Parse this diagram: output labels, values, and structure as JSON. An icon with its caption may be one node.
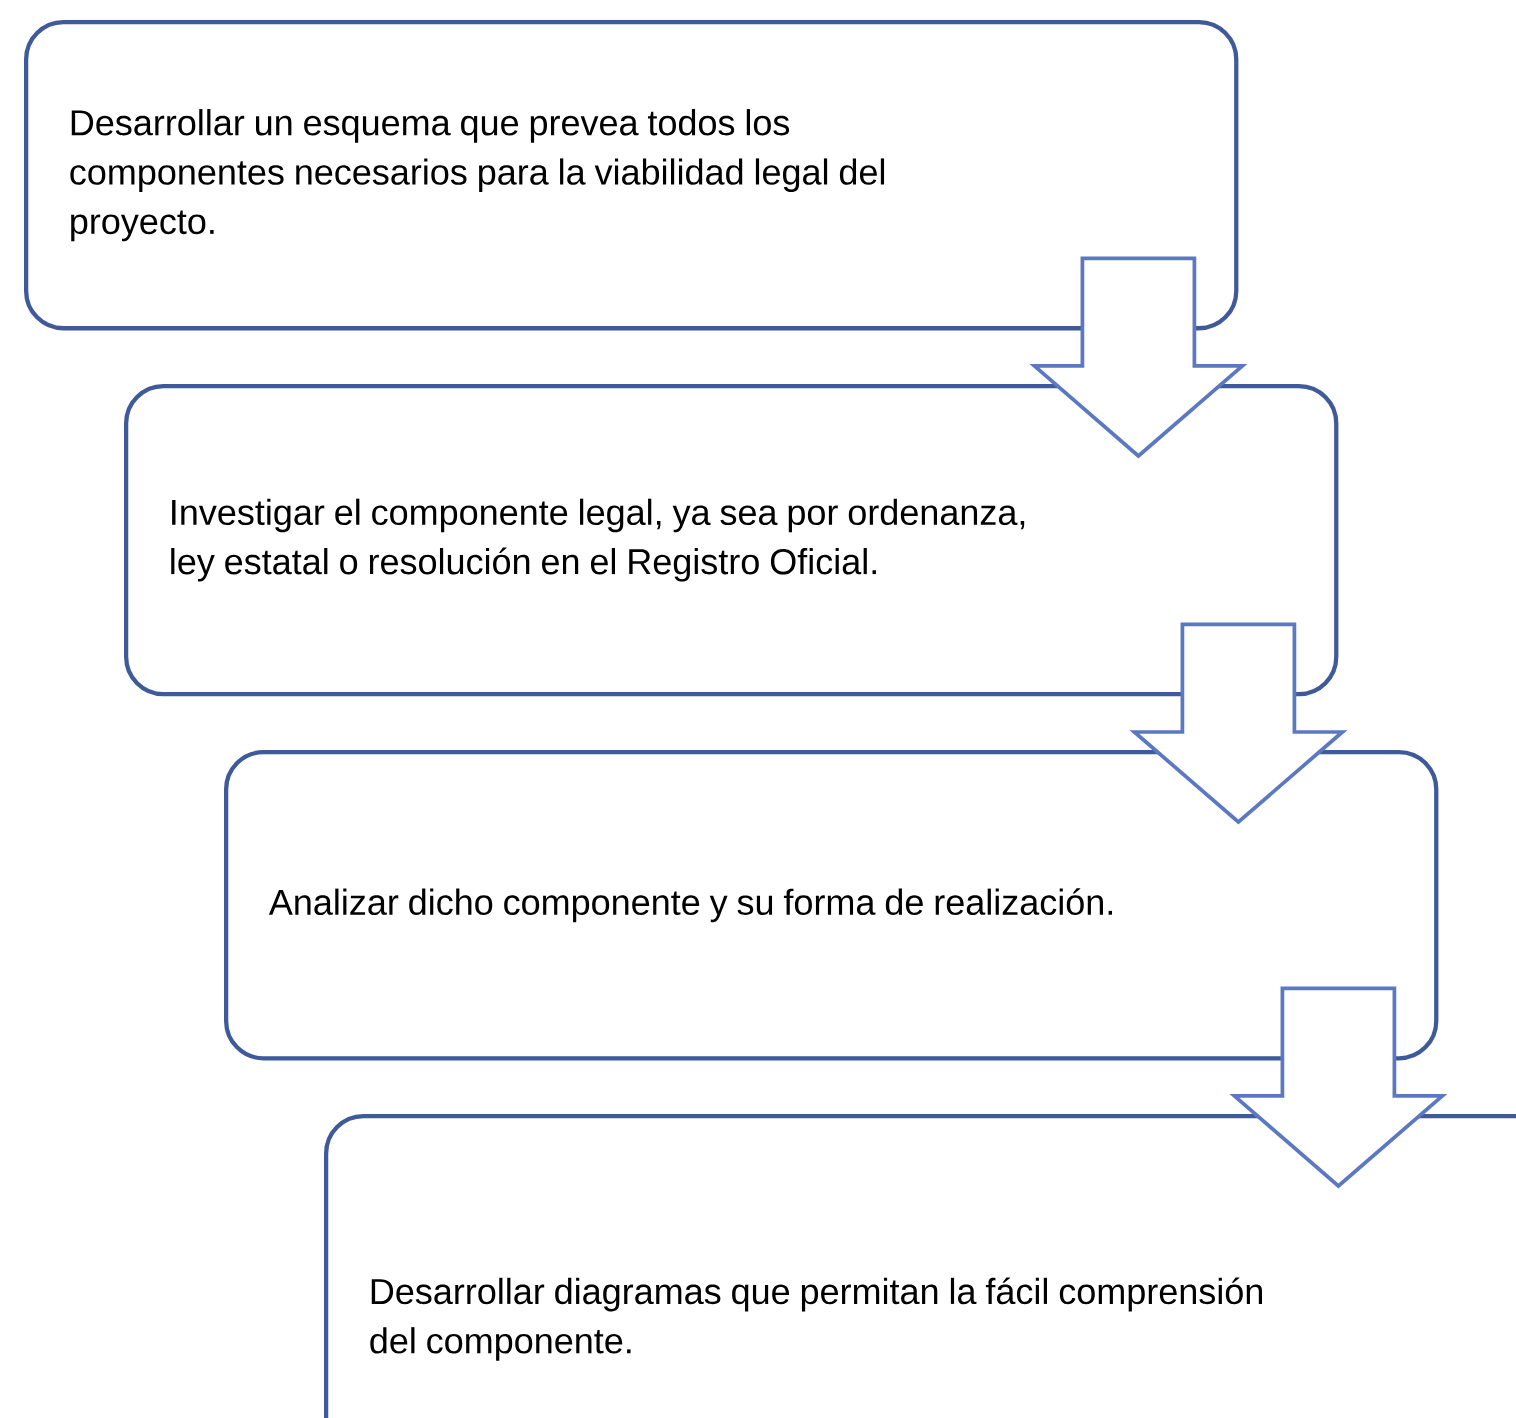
{
  "diagram": {
    "nodes": [
      {
        "text": [
          "Desarrollar un esquema que prevea todos los componentes necesarios para la viabilidad legal del proyecto."
        ]
      },
      {
        "text": [
          "Investigar el componente legal, ya sea por ordenanza, ley estatal o resolución en el Registro Oficial."
        ]
      },
      {
        "text": [
          "Analizar dicho componente y su forma de realización."
        ]
      },
      {
        "text": [
          "Desarrollar diagramas que permitan la fácil comprensión del componente."
        ]
      }
    ],
    "edges": [
      {
        "from": 0,
        "to": 1,
        "arrow": "to"
      },
      {
        "from": 1,
        "to": 2,
        "arrow": "to"
      },
      {
        "from": 2,
        "to": 3,
        "arrow": "to"
      }
    ]
  }
}
